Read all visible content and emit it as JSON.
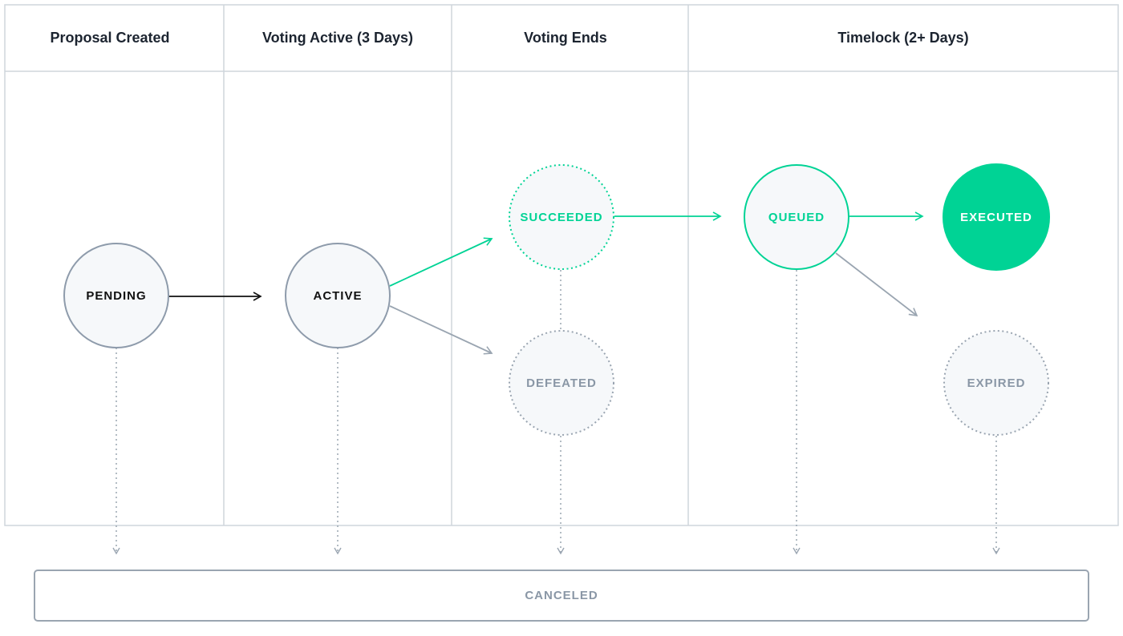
{
  "columns": [
    {
      "title": "Proposal Created"
    },
    {
      "title": "Voting Active (3 Days)"
    },
    {
      "title": "Voting Ends"
    },
    {
      "title": "Timelock (2+ Days)"
    }
  ],
  "states": {
    "pending": "PENDING",
    "active": "ACTIVE",
    "succeeded": "SUCCEEDED",
    "defeated": "DEFEATED",
    "queued": "QUEUED",
    "executed": "EXECUTED",
    "expired": "EXPIRED",
    "canceled": "CANCELED"
  },
  "colors": {
    "green": "#00d395",
    "gray": "#9aa5b1",
    "dark": "#111111",
    "grid": "#cfd6dc",
    "node_fill": "#f6f8fa"
  }
}
